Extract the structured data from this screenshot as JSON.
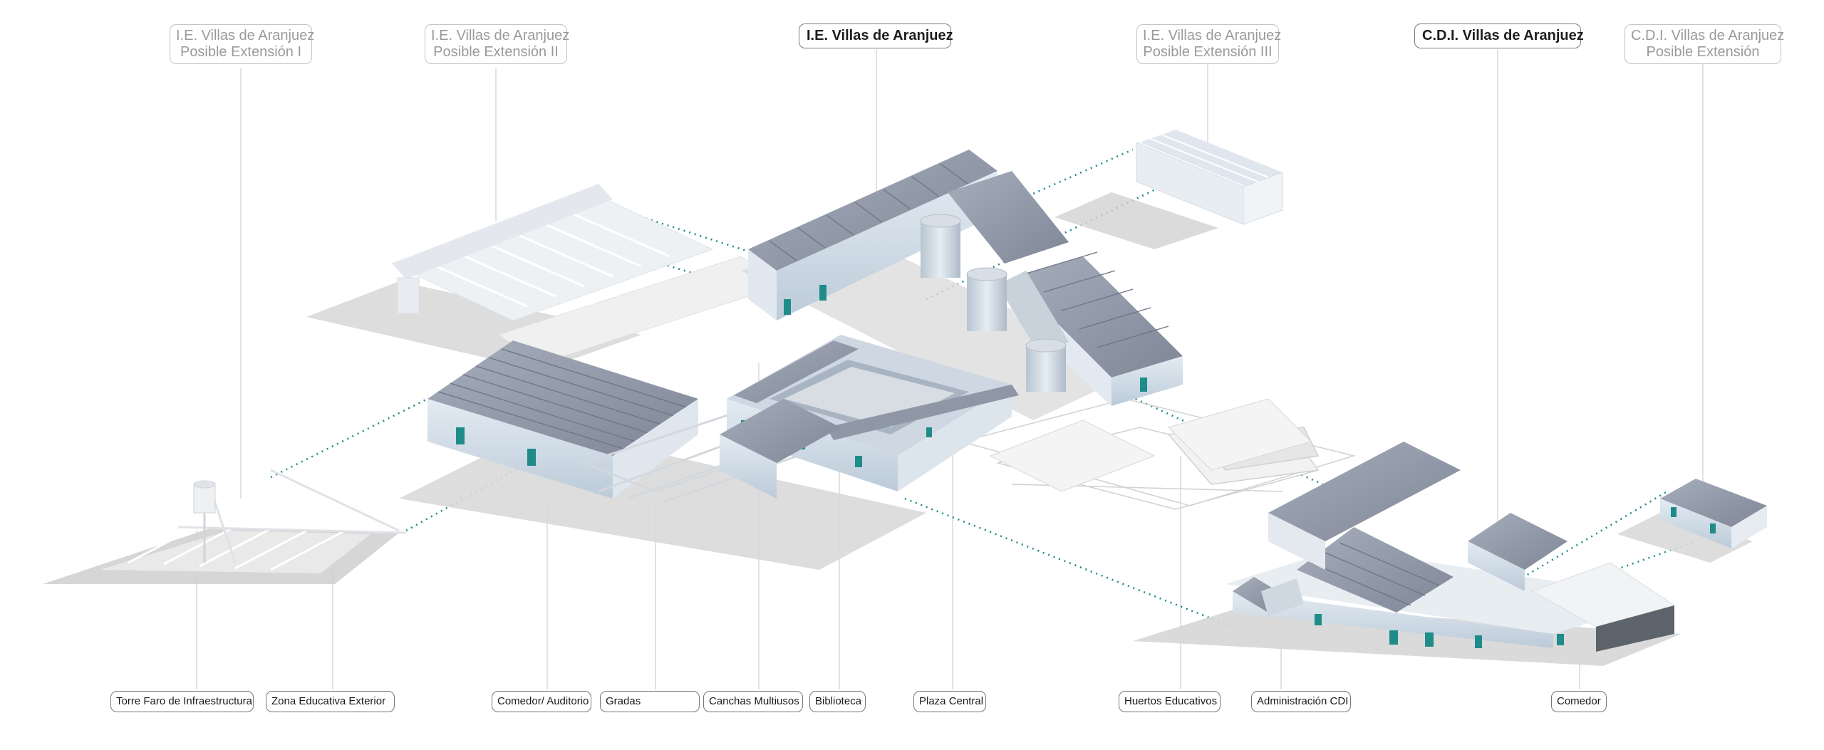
{
  "top_labels": [
    {
      "line1": "I.E. Villas de Aranjuez",
      "line2": "Posible Extensión I"
    },
    {
      "line1": "I.E. Villas de Aranjuez",
      "line2": "Posible Extensión II"
    },
    {
      "line1": "I.E. Villas de Aranjuez",
      "line2": ""
    },
    {
      "line1": "I.E. Villas de Aranjuez",
      "line2": "Posible Extensión III"
    },
    {
      "line1": "C.D.I. Villas de Aranjuez",
      "line2": ""
    },
    {
      "line1": "C.D.I. Villas de Aranjuez",
      "line2": "Posible Extensión"
    }
  ],
  "bottom_labels": [
    "Torre Faro de Infraestructura",
    "Zona Educativa Exterior",
    "Comedor/ Auditorio",
    "Gradas",
    "Canchas Multiusos",
    "Biblioteca",
    "Plaza Central",
    "Huertos Educativos",
    "Administración CDI",
    "Comedor"
  ],
  "colors": {
    "accent_teal": "#1f8c8a",
    "roof": "#8e96a6",
    "glass": "#cfdbe6",
    "ghost": "#e9ecef"
  }
}
